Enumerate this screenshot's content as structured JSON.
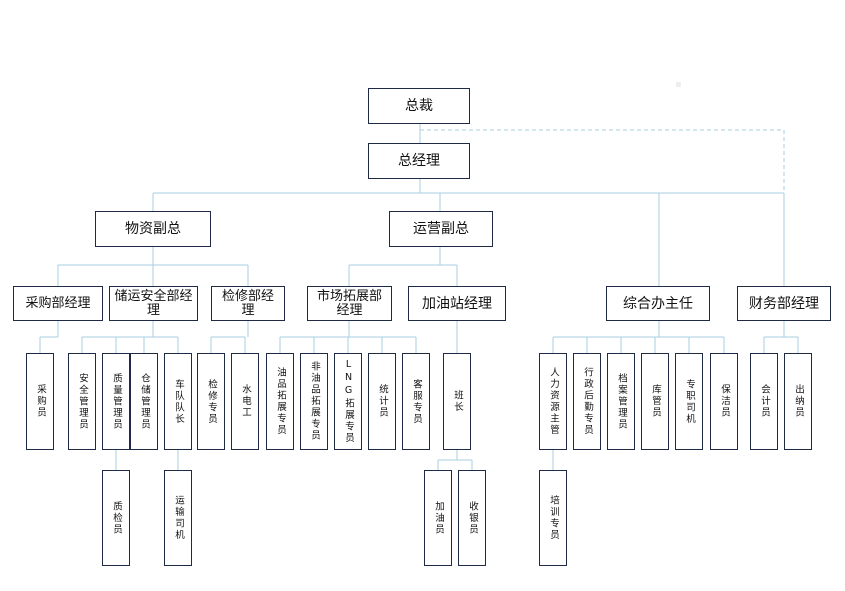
{
  "org": {
    "ceo": "总裁",
    "gm": "总经理",
    "vp_material": "物资副总",
    "vp_operations": "运营副总",
    "purchasing_mgr": "采购部经理",
    "storage_safety_mgr": "储运安全部经理",
    "maintenance_mgr": "检修部经理",
    "market_mgr": "市场拓展部经理",
    "station_mgr": "加油站经理",
    "office_director": "综合办主任",
    "finance_mgr": "财务部经理",
    "buyer": "采购员",
    "safety_officer": "安全管理员",
    "quality_officer": "质量管理员",
    "warehouse_officer": "仓储管理员",
    "fleet_captain": "车队队长",
    "inspector": "质检员",
    "transport_driver": "运输司机",
    "maintenance_specialist": "检修专员",
    "electrician": "水电工",
    "oil_expansion": "油品拓展专员",
    "non_oil_expansion": "非油品拓展专员",
    "lng_expansion": "LNG拓展专员",
    "statistician": "统计员",
    "customer_service": "客服专员",
    "team_leader": "班长",
    "fueler": "加油员",
    "cashier": "收银员",
    "hr_supervisor": "人力资源主管",
    "admin_logistics": "行政后勤专员",
    "archivist": "档案管理员",
    "storekeeper": "库管员",
    "driver": "专职司机",
    "cleaner": "保洁员",
    "accountant": "会计员",
    "teller": "出纳员",
    "training_specialist": "培训专员"
  }
}
